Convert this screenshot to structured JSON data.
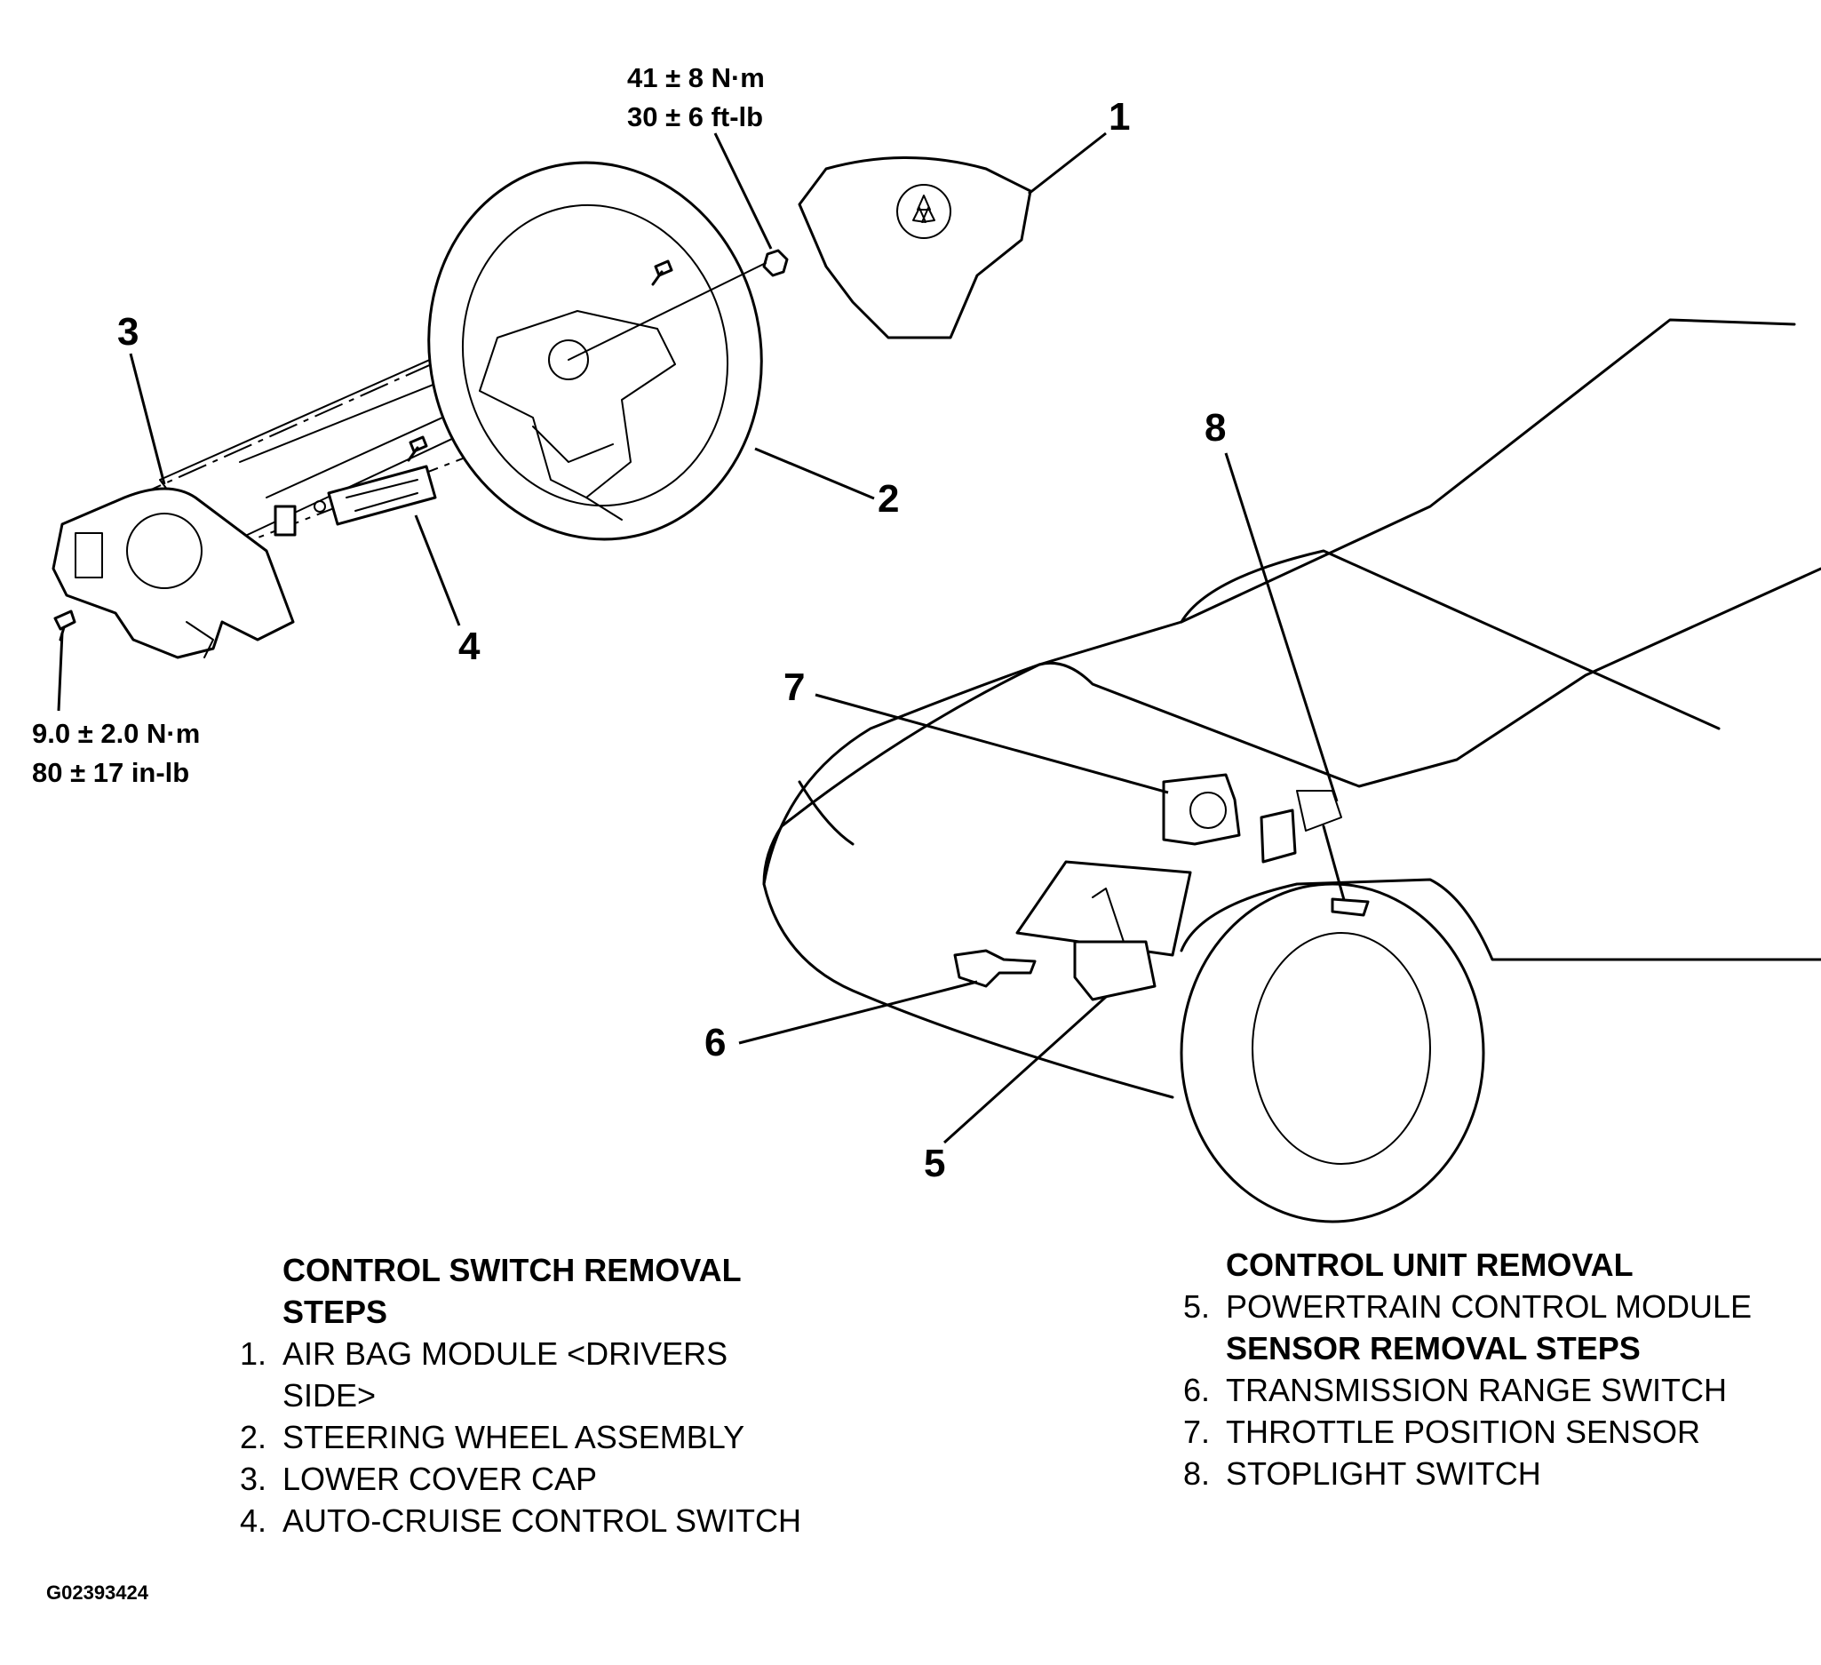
{
  "callouts": {
    "c1": "1",
    "c2": "2",
    "c3": "3",
    "c4": "4",
    "c5": "5",
    "c6": "6",
    "c7": "7",
    "c8": "8"
  },
  "torque_specs": {
    "steering_nut": {
      "metric": "41 ± 8 N·m",
      "imperial": "30 ± 6 ft-lb"
    },
    "cover_screw": {
      "metric": "9.0 ± 2.0 N·m",
      "imperial": "80 ± 17 in-lb"
    }
  },
  "control_switch_removal": {
    "heading_line1": "CONTROL SWITCH REMOVAL",
    "heading_line2": "STEPS",
    "steps": [
      {
        "num": "1.",
        "label": "AIR BAG MODULE <DRIVERS",
        "label_cont": "SIDE>"
      },
      {
        "num": "2.",
        "label": "STEERING WHEEL ASSEMBLY"
      },
      {
        "num": "3.",
        "label": "LOWER COVER CAP"
      },
      {
        "num": "4.",
        "label": "AUTO-CRUISE CONTROL SWITCH"
      }
    ]
  },
  "control_unit_removal": {
    "heading": "CONTROL UNIT REMOVAL",
    "steps": [
      {
        "num": "5.",
        "label": "POWERTRAIN CONTROL MODULE"
      }
    ]
  },
  "sensor_removal": {
    "heading": "SENSOR REMOVAL STEPS",
    "steps": [
      {
        "num": "6.",
        "label": "TRANSMISSION RANGE SWITCH"
      },
      {
        "num": "7.",
        "label": "THROTTLE POSITION SENSOR"
      },
      {
        "num": "8.",
        "label": "STOPLIGHT SWITCH"
      }
    ]
  },
  "figure_id": "G02393424"
}
